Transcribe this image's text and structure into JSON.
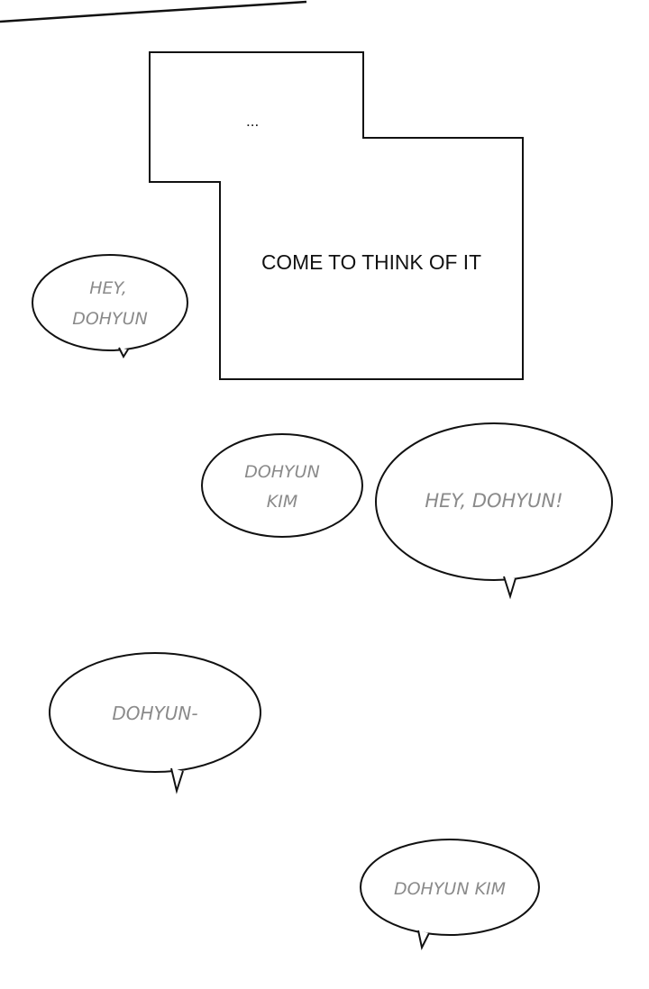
{
  "caption_box": {
    "ellipsis": "...",
    "line": "COME TO THINK OF IT"
  },
  "bubbles": [
    {
      "lines": [
        "HEY,",
        "DOHYUN"
      ]
    },
    {
      "lines": [
        "DOHYUN",
        "KIM"
      ]
    },
    {
      "lines": [
        "HEY, DOHYUN!"
      ]
    },
    {
      "lines": [
        "DOHYUN-"
      ]
    },
    {
      "lines": [
        "DOHYUN KIM"
      ]
    }
  ],
  "colors": {
    "ink": "#111111",
    "dialogue": "#8a8a8a",
    "background": "#ffffff"
  }
}
